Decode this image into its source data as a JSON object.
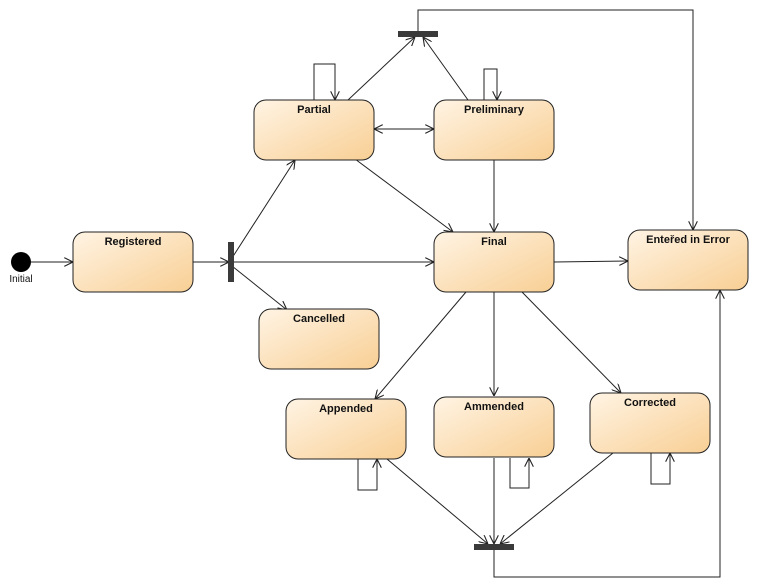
{
  "colors": {
    "state_fill_top": "#fff4e4",
    "state_fill_bottom": "#f8cf94",
    "stroke": "#222222",
    "bar": "#3a3a3a"
  },
  "nodes": {
    "initial": "Initial",
    "registered": "Registered",
    "partial": "Partial",
    "preliminary": "Preliminary",
    "final": "Final",
    "cancelled": "Cancelled",
    "entered_in_error": "Enteřed in Error",
    "appended": "Appended",
    "ammended": "Ammended",
    "corrected": "Corrected"
  }
}
